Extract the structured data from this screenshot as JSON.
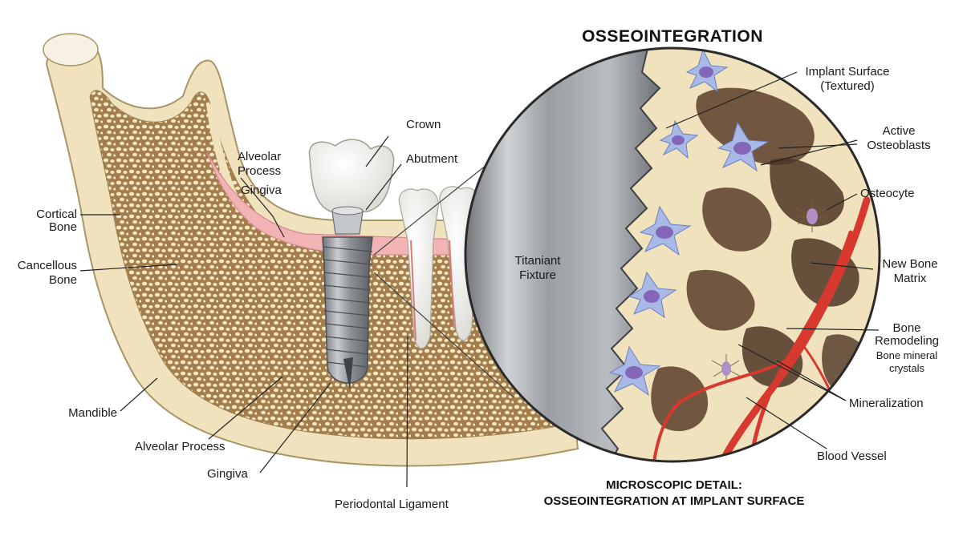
{
  "title": "OSSEOINTEGRATION",
  "caption": {
    "line1": "MICROSCOPIC DETAIL:",
    "line2": "OSSEOINTEGRATION AT IMPLANT SURFACE"
  },
  "labels": {
    "cortical_bone_1": "Cortical",
    "cortical_bone_2": "Bone",
    "cancellous_bone_1": "Cancellous",
    "cancellous_bone_2": "Bone",
    "alveolar_process_top_1": "Alveolar",
    "alveolar_process_top_2": "Process",
    "gingiva_top": "Gingiva",
    "crown": "Crown",
    "abutment": "Abutment",
    "mandible": "Mandible",
    "alveolar_process_bottom": "Alveolar Process",
    "gingiva_bottom": "Gingiva",
    "periodontal_ligament": "Periodontal Ligament",
    "titanium_fixture_1": "Titaniant",
    "titanium_fixture_2": "Fixture",
    "implant_surface_1": "Implant Surface",
    "implant_surface_2": "(Textured)",
    "active_osteoblasts_1": "Active",
    "active_osteoblasts_2": "Osteoblasts",
    "osteocyte": "Osteocyte",
    "new_bone_matrix_1": "New Bone",
    "new_bone_matrix_2": "Matrix",
    "bone_remodeling_1": "Bone",
    "bone_remodeling_2": "Remodeling",
    "bone_mineral_1": "Bone mineral",
    "bone_mineral_2": "crystals",
    "mineralization": "Mineralization",
    "blood_vessel": "Blood Vessel"
  },
  "colors": {
    "bone": "#efe2bd",
    "bone_outline": "#a89566",
    "cancellous_fill": "#b08a57",
    "gingiva": "#f2b3b5",
    "titanium": "#a3a7ab",
    "osteoblast": "#a9b9e6",
    "nucleus": "#8466b8",
    "blood_vessel": "#d8392f"
  }
}
